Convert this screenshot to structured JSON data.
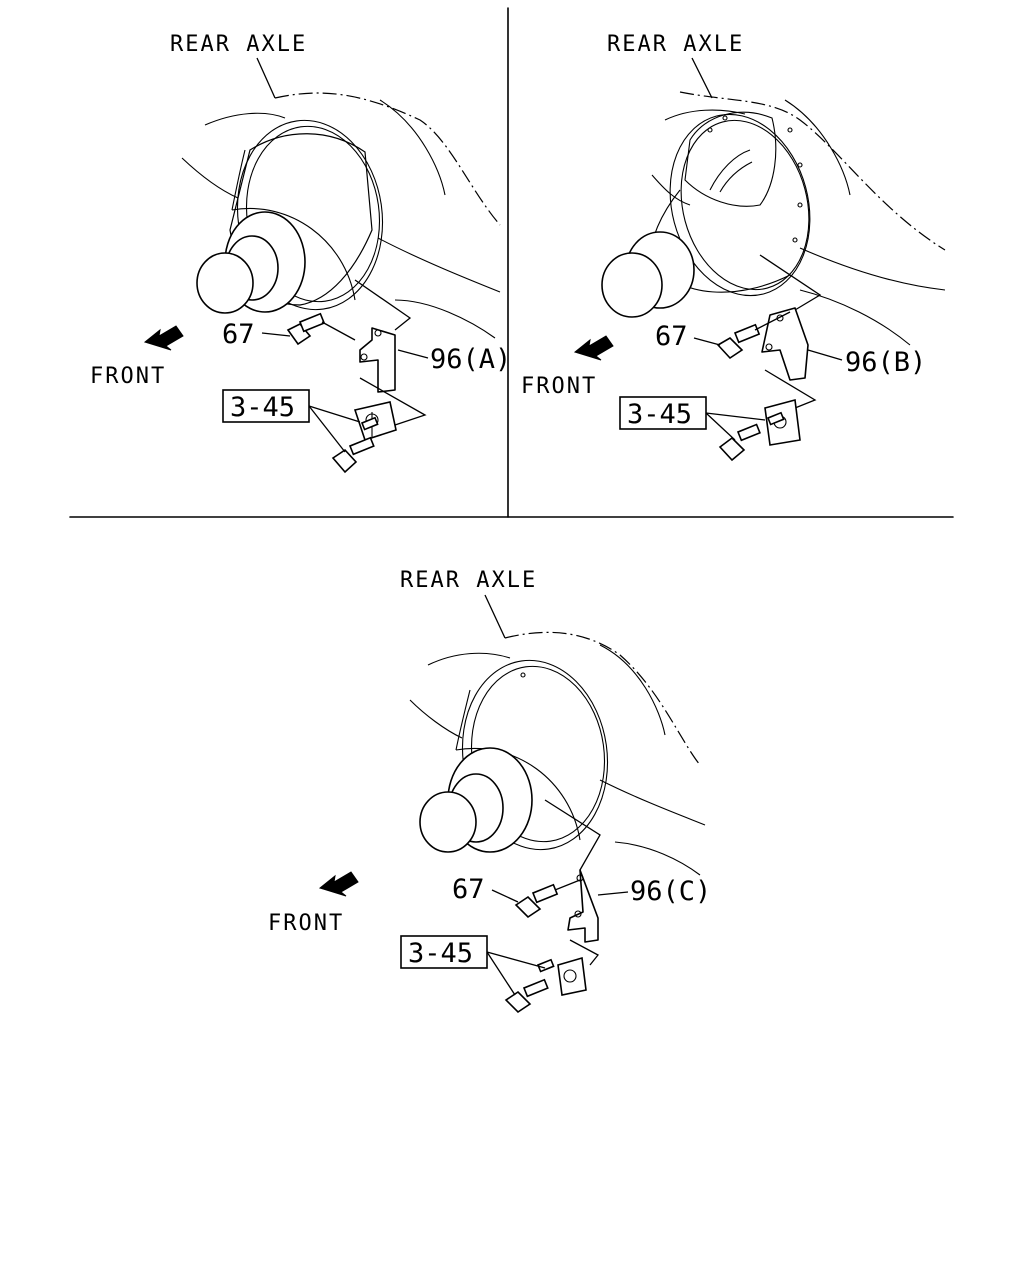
{
  "panels": [
    {
      "id": "A",
      "axle_label": "REAR AXLE",
      "front_label": "FRONT",
      "bolt_callout": "67",
      "bracket_callout": "96(A)",
      "ref_callout": "3-45"
    },
    {
      "id": "B",
      "axle_label": "REAR AXLE",
      "front_label": "FRONT",
      "bolt_callout": "67",
      "bracket_callout": "96(B)",
      "ref_callout": "3-45"
    },
    {
      "id": "C",
      "axle_label": "REAR AXLE",
      "front_label": "FRONT",
      "bolt_callout": "67",
      "bracket_callout": "96(C)",
      "ref_callout": "3-45"
    }
  ]
}
